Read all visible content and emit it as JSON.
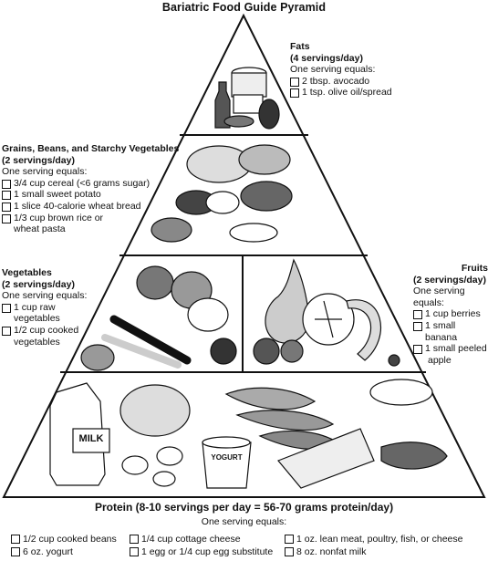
{
  "title": "Bariatric Food Guide Pyramid",
  "fats": {
    "header": "Fats",
    "servings": "(4 servings/day)",
    "equals": "One serving equals:",
    "items": [
      "2 tbsp. avocado",
      "1 tsp. olive oil/spread"
    ]
  },
  "grains": {
    "header": "Grains, Beans, and Starchy Vegetables",
    "servings": "(2 servings/day)",
    "equals": "One serving equals:",
    "items": [
      "3/4 cup cereal (<6 grams sugar)",
      "1 small sweet potato",
      "1 slice 40-calorie wheat bread",
      "1/3 cup brown rice or",
      "wheat pasta"
    ]
  },
  "vegetables": {
    "header": "Vegetables",
    "servings": "(2 servings/day)",
    "equals": "One serving equals:",
    "items": [
      "1 cup raw",
      "vegetables",
      "1/2 cup cooked",
      "vegetables"
    ]
  },
  "fruits": {
    "header": "Fruits",
    "servings": "(2 servings/day)",
    "equals_1": "One serving",
    "equals_2": "equals:",
    "items": [
      "1 cup berries",
      "1 small banana",
      "1 small peeled",
      "apple"
    ]
  },
  "protein": {
    "header": "Protein (8-10 servings per day = 56-70 grams protein/day)",
    "equals": "One serving equals:",
    "items": [
      "1/2 cup cooked beans",
      "6 oz. yogurt",
      "1/4 cup cottage cheese",
      "1 egg or 1/4 cup egg substitute",
      "1 oz. lean meat, poultry, fish, or cheese",
      "8 oz. nonfat milk"
    ]
  },
  "milk_label": "MILK",
  "yogurt_label": "YOGURT"
}
